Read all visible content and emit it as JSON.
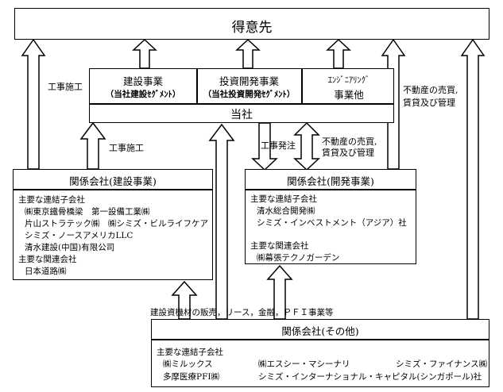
{
  "customer": {
    "label": "得意先"
  },
  "main": {
    "segments": [
      {
        "name": "建設事業",
        "sub": "（当社建設ｾｸﾞﾒﾝﾄ）"
      },
      {
        "name": "投資開発事業",
        "sub": "（当社投資開発ｾｸﾞﾒﾝﾄ）"
      },
      {
        "name_line1": "ｴﾝｼﾞﾆｱﾘﾝｸﾞ",
        "name_line2": "事業他"
      }
    ],
    "company": "当社"
  },
  "edges": {
    "construction_work_outer": "工事施工",
    "construction_work_inner": "工事施工",
    "construction_order": "工事発注",
    "real_estate_inner": [
      "不動産の売買,",
      "賃貸及び管理"
    ],
    "real_estate_outer": [
      "不動産の売買,",
      "賃貸及び管理"
    ],
    "other_services": "建設資機材の販売，リース，金融，ＰＦＩ事業等"
  },
  "construction_affiliates": {
    "title": "関係会社(建設事業)",
    "consolidated_label": "主要な連結子会社",
    "consolidated_lines": [
      "㈱東京鐵骨橋梁　第一設備工業㈱",
      "片山ストラテック㈱　㈱シミズ・ビルライフケア",
      "シミズ・ノースアメリカLLC",
      "清水建設(中国)有限公司"
    ],
    "equity_label": "主要な関連会社",
    "equity_lines": [
      "日本道路㈱"
    ]
  },
  "development_affiliates": {
    "title": "関係会社(開発事業)",
    "consolidated_label": "主要な連結子会社",
    "consolidated_lines": [
      "清水総合開発㈱",
      "シミズ・インベストメント（アジア）社"
    ],
    "equity_label": "主要な関連会社",
    "equity_lines": [
      "㈱幕張テクノガーデン"
    ]
  },
  "other_affiliates": {
    "title": "関係会社(その他)",
    "consolidated_label": "主要な連結子会社",
    "row1": [
      "㈱ミルックス",
      "㈱エスシー・マシーナリ",
      "シミズ・ファイナンス㈱"
    ],
    "row2": [
      "多摩医療PFI㈱",
      "シミズ・インターナショナル・キャピタル(シンガポール)社"
    ]
  }
}
